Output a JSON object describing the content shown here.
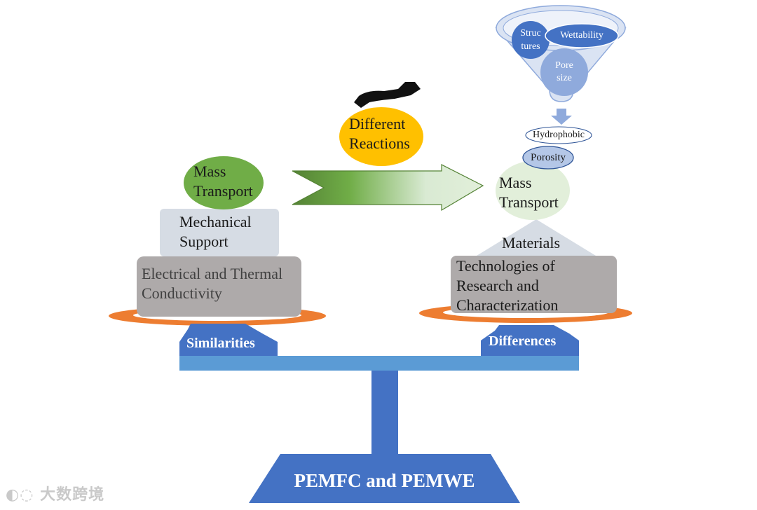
{
  "base": {
    "label": "PEMFC and PEMWE"
  },
  "left": {
    "tag": "Similarities",
    "stack": {
      "top": "Mass\nTransport",
      "middle": "Mechanical\nSupport",
      "bottom": "Electrical and Thermal\nConductivity"
    }
  },
  "middle": {
    "reactions": "Different\nReactions"
  },
  "right": {
    "tag": "Differences",
    "funnel": {
      "structures": "Struc\ntures",
      "wettability": "Wettability",
      "pore_size": "Pore\nsize"
    },
    "hydrophobic": "Hydrophobic",
    "porosity": "Porosity",
    "mass_transport": "Mass\nTransport",
    "materials": "Materials",
    "technologies": "Technologies of\nResearch and\nCharacterization"
  },
  "watermark": "大数跨境",
  "colors": {
    "blue_dark": "#4472c4",
    "blue_light": "#5b9bd5",
    "orange": "#ed7d31",
    "gold": "#ffc000",
    "green": "#70ad47",
    "gray_box": "#aeaaaa",
    "light_box": "#d6dce4"
  }
}
